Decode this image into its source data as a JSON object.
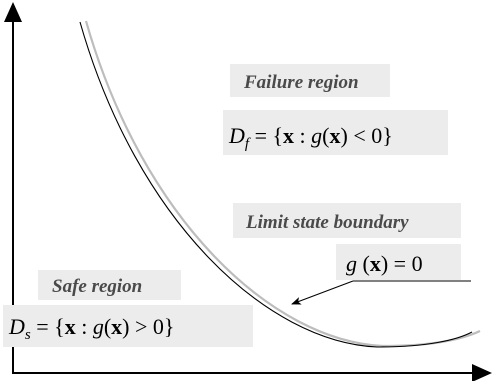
{
  "diagram": {
    "failure": {
      "title": "Failure region",
      "formula": {
        "var": "D",
        "sub": "f",
        "pre": " = {",
        "x1": "x",
        "mid1": " : ",
        "g": "g",
        "open": "(",
        "x2": "x",
        "close": ")",
        "cond": " < 0}"
      }
    },
    "limit": {
      "title": "Limit state boundary",
      "formula": {
        "g": "g",
        "open": " (",
        "x": "x",
        "close": ")",
        "cond": " = 0"
      }
    },
    "safe": {
      "title": "Safe region",
      "formula": {
        "var": "D",
        "sub": "s",
        "pre": " = {",
        "x1": "x",
        "mid1": " : ",
        "g": "g",
        "open": "(",
        "x2": "x",
        "close": ")",
        "cond": " > 0}"
      }
    },
    "colors": {
      "axis": "#000000",
      "curve": "#000000",
      "curve_shadow": "#bdbdbd",
      "label_background": "#ececec",
      "label_text": "#4a4a4a"
    }
  }
}
